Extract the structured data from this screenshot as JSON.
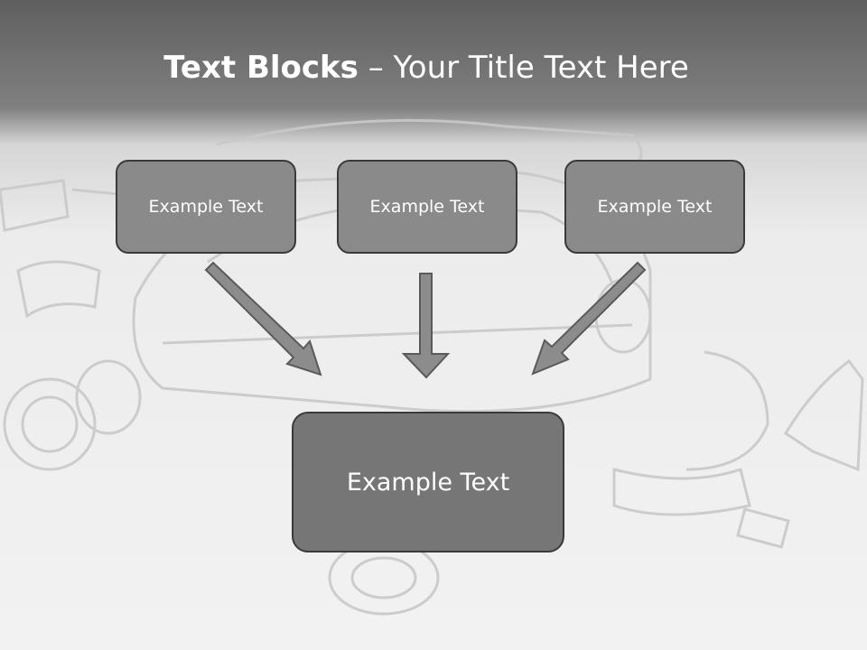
{
  "title": {
    "bold": "Text Blocks",
    "separator": " – ",
    "normal": "Your Title Text Here"
  },
  "top_boxes": [
    {
      "label": "Example Text"
    },
    {
      "label": "Example Text"
    },
    {
      "label": "Example Text"
    }
  ],
  "bottom_box": {
    "label": "Example Text"
  },
  "colors": {
    "header_dark": "#5f5f5f",
    "box_fill": "#8a8a8a",
    "box_fill_large": "#767676",
    "box_border": "#3a3a3a",
    "arrow_fill": "#8c8c8c",
    "text": "#ffffff"
  },
  "background_image": "exploded-car-illustration"
}
